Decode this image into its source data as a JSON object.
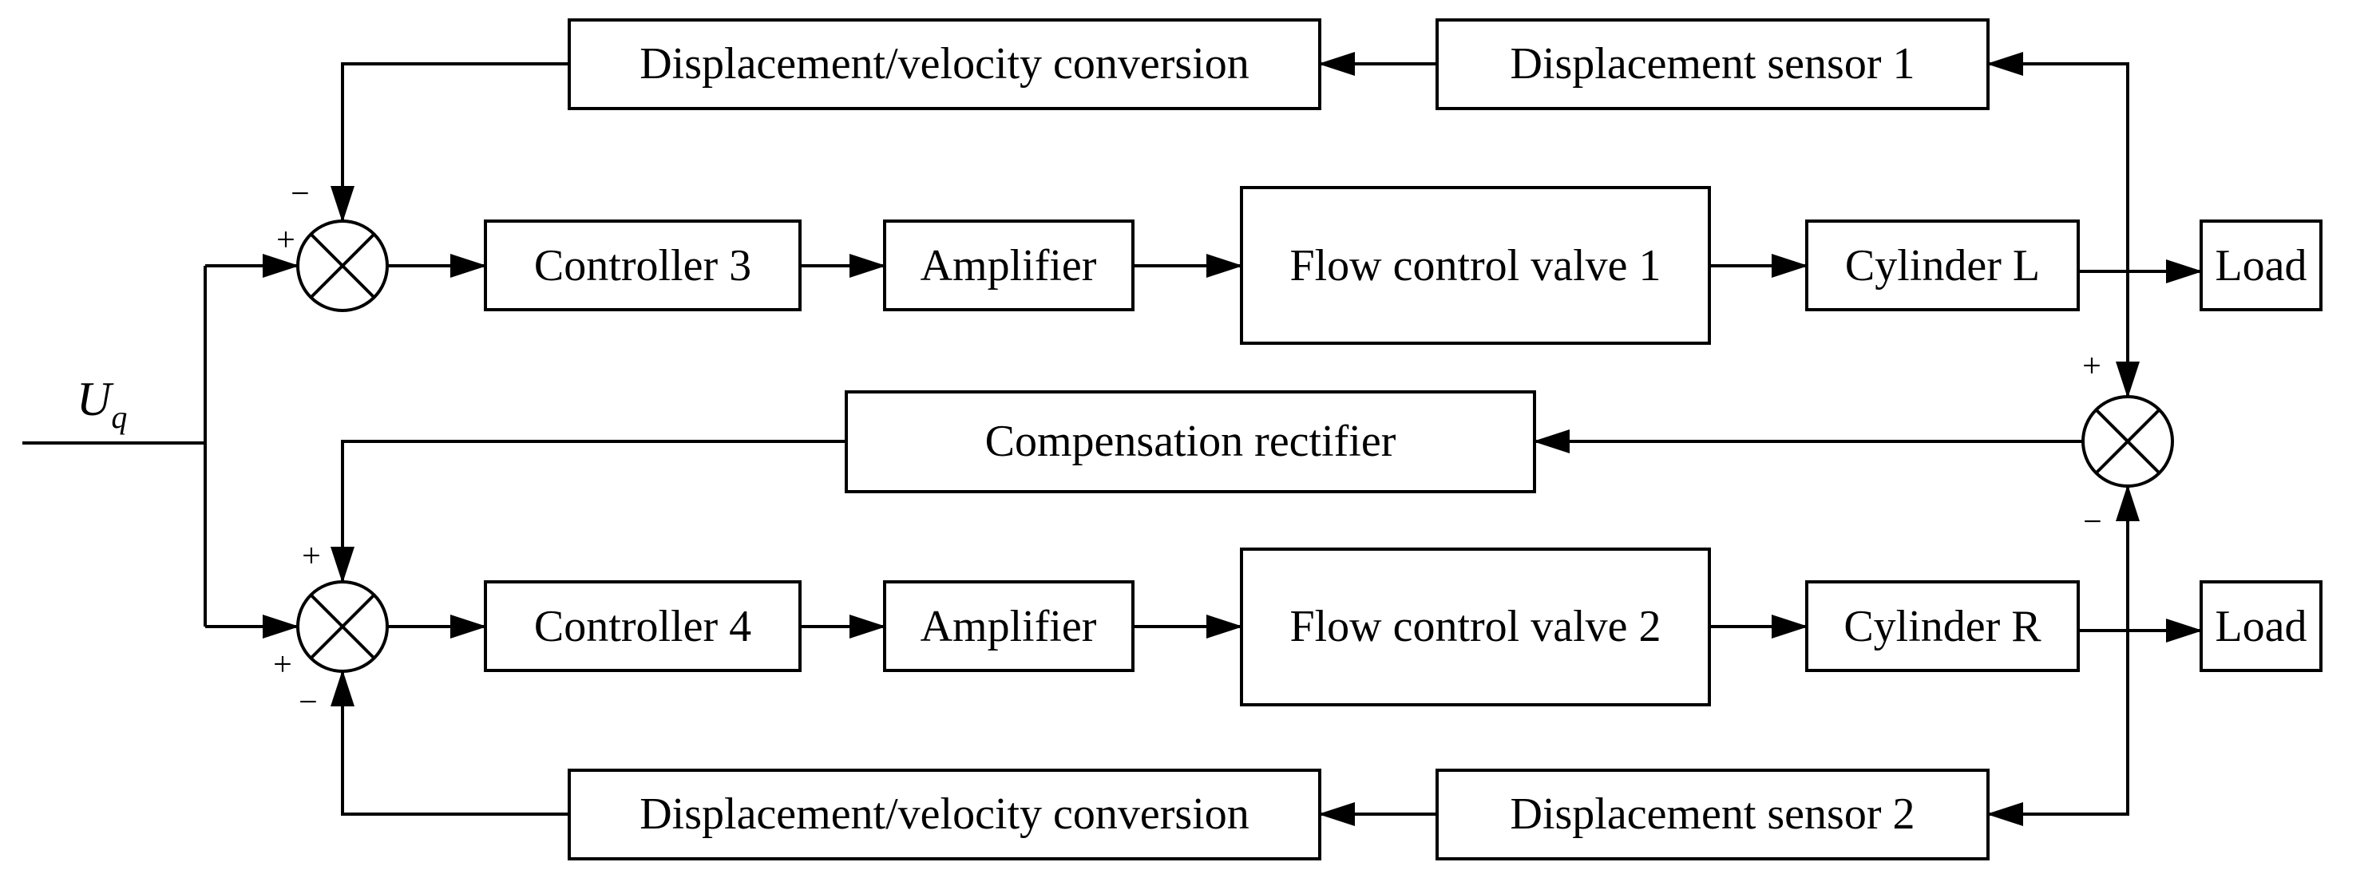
{
  "input_signal": {
    "symbol": "U",
    "subscript": "q"
  },
  "blocks": {
    "dv_conversion_top": "Displacement/velocity conversion",
    "sensor_1": "Displacement sensor 1",
    "controller_3": "Controller 3",
    "amplifier_top": "Amplifier",
    "flow_valve_1": "Flow control valve 1",
    "cylinder_l": "Cylinder L",
    "load_top": "Load",
    "compensation_rectifier": "Compensation rectifier",
    "controller_4": "Controller 4",
    "amplifier_bottom": "Amplifier",
    "flow_valve_2": "Flow control valve 2",
    "cylinder_r": "Cylinder R",
    "load_bottom": "Load",
    "dv_conversion_bottom": "Displacement/velocity conversion",
    "sensor_2": "Displacement sensor 2"
  },
  "signs": {
    "sum_top_feedback": "−",
    "sum_top_input": "+",
    "sum_mid_top": "+",
    "sum_mid_bottom": "−",
    "sum_bottom_comp": "+",
    "sum_bottom_input": "+",
    "sum_bottom_feedback": "−"
  }
}
